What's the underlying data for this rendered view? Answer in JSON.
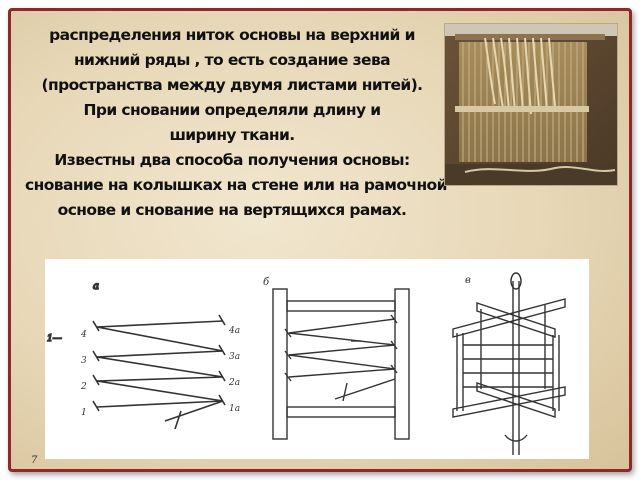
{
  "slide": {
    "text_lines": [
      "распределения  ниток основы на верхний и",
      "нижний ряды , то есть создание  зева",
      "(пространства между двумя листами нитей).",
      "При сновании  определяли   длину и",
      "ширину  ткани.",
      "Известны  два способа  получения основы:",
      "снование на колышках на стене или на рамочной",
      "основе и снование на  вертящихся рамах."
    ],
    "page_number": "7"
  },
  "diagram": {
    "panel_labels": [
      "а",
      "б",
      "в"
    ],
    "left_numbers": [
      "4",
      "3",
      "2",
      "1"
    ],
    "right_labels": [
      "4а",
      "3а",
      "2а",
      "1а"
    ]
  },
  "colors": {
    "border": "#8b2a2a",
    "background": "#e9dcc0",
    "text": "#111111"
  }
}
